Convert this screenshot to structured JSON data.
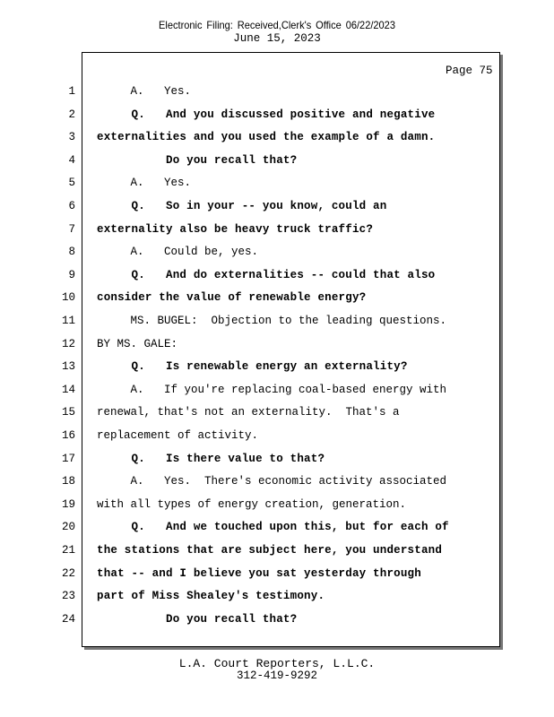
{
  "stamp": {
    "label": "Electronic      Filing:    Received,Clerk's       Office   06/22/2023"
  },
  "header": {
    "date": "June 15, 2023",
    "page": "Page 75"
  },
  "lines": [
    {
      "num": "1",
      "text": "     A.   Yes.",
      "bold": false
    },
    {
      "num": "2",
      "text": "     Q.   And you discussed positive and negative",
      "bold": true
    },
    {
      "num": "3",
      "text": "externalities and you used the example of a damn.",
      "bold": true
    },
    {
      "num": "4",
      "text": "          Do you recall that?",
      "bold": true
    },
    {
      "num": "5",
      "text": "     A.   Yes.",
      "bold": false
    },
    {
      "num": "6",
      "text": "     Q.   So in your -- you know, could an",
      "bold": true
    },
    {
      "num": "7",
      "text": "externality also be heavy truck traffic?",
      "bold": true
    },
    {
      "num": "8",
      "text": "     A.   Could be, yes.",
      "bold": false
    },
    {
      "num": "9",
      "text": "     Q.   And do externalities -- could that also",
      "bold": true
    },
    {
      "num": "10",
      "text": "consider the value of renewable energy?",
      "bold": true
    },
    {
      "num": "11",
      "text": "     MS. BUGEL:  Objection to the leading questions.",
      "bold": false
    },
    {
      "num": "12",
      "text": "BY MS. GALE:",
      "bold": false
    },
    {
      "num": "13",
      "text": "     Q.   Is renewable energy an externality?",
      "bold": true
    },
    {
      "num": "14",
      "text": "     A.   If you're replacing coal-based energy with",
      "bold": false
    },
    {
      "num": "15",
      "text": "renewal, that's not an externality.  That's a",
      "bold": false
    },
    {
      "num": "16",
      "text": "replacement of activity.",
      "bold": false
    },
    {
      "num": "17",
      "text": "     Q.   Is there value to that?",
      "bold": true
    },
    {
      "num": "18",
      "text": "     A.   Yes.  There's economic activity associated",
      "bold": false
    },
    {
      "num": "19",
      "text": "with all types of energy creation, generation.",
      "bold": false
    },
    {
      "num": "20",
      "text": "     Q.   And we touched upon this, but for each of",
      "bold": true
    },
    {
      "num": "21",
      "text": "the stations that are subject here, you understand",
      "bold": true
    },
    {
      "num": "22",
      "text": "that -- and I believe you sat yesterday through",
      "bold": true
    },
    {
      "num": "23",
      "text": "part of Miss Shealey's testimony.",
      "bold": true
    },
    {
      "num": "24",
      "text": "          Do you recall that?",
      "bold": true
    }
  ],
  "footer": {
    "company": "L.A. Court Reporters, L.L.C.",
    "phone": "312-419-9292"
  }
}
